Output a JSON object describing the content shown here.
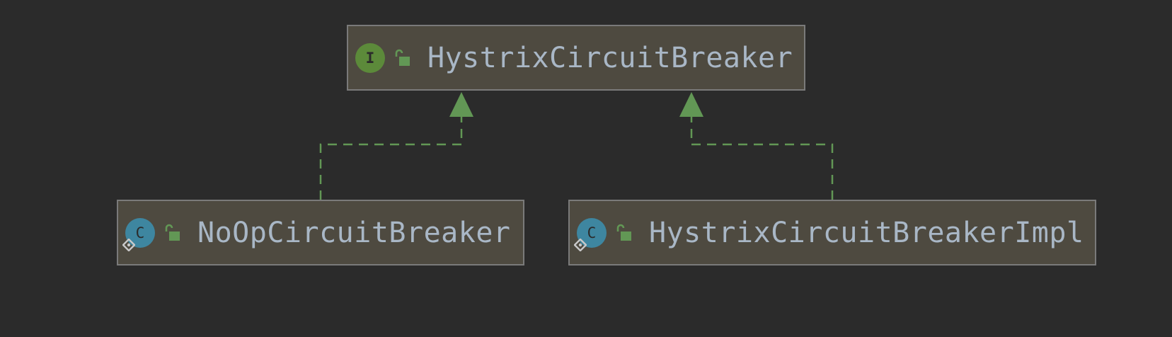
{
  "colors": {
    "background": "#2b2b2b",
    "node_fill": "#4e4a40",
    "node_border": "#7a7a7a",
    "edge": "#629755",
    "label": "#a9b7c6",
    "interface_badge": "#5c8a3a",
    "class_badge": "#3e86a0"
  },
  "nodes": {
    "interface": {
      "name": "HystrixCircuitBreaker",
      "kind": "interface",
      "badge_letter": "I",
      "visibility_icon": "unlocked-public-icon"
    },
    "noop": {
      "name": "NoOpCircuitBreaker",
      "kind": "class",
      "badge_letter": "C",
      "visibility_icon": "unlocked-public-icon"
    },
    "impl": {
      "name": "HystrixCircuitBreakerImpl",
      "kind": "class",
      "badge_letter": "C",
      "visibility_icon": "unlocked-public-icon"
    }
  },
  "edges": [
    {
      "from": "NoOpCircuitBreaker",
      "to": "HystrixCircuitBreaker",
      "type": "implements"
    },
    {
      "from": "HystrixCircuitBreakerImpl",
      "to": "HystrixCircuitBreaker",
      "type": "implements"
    }
  ]
}
